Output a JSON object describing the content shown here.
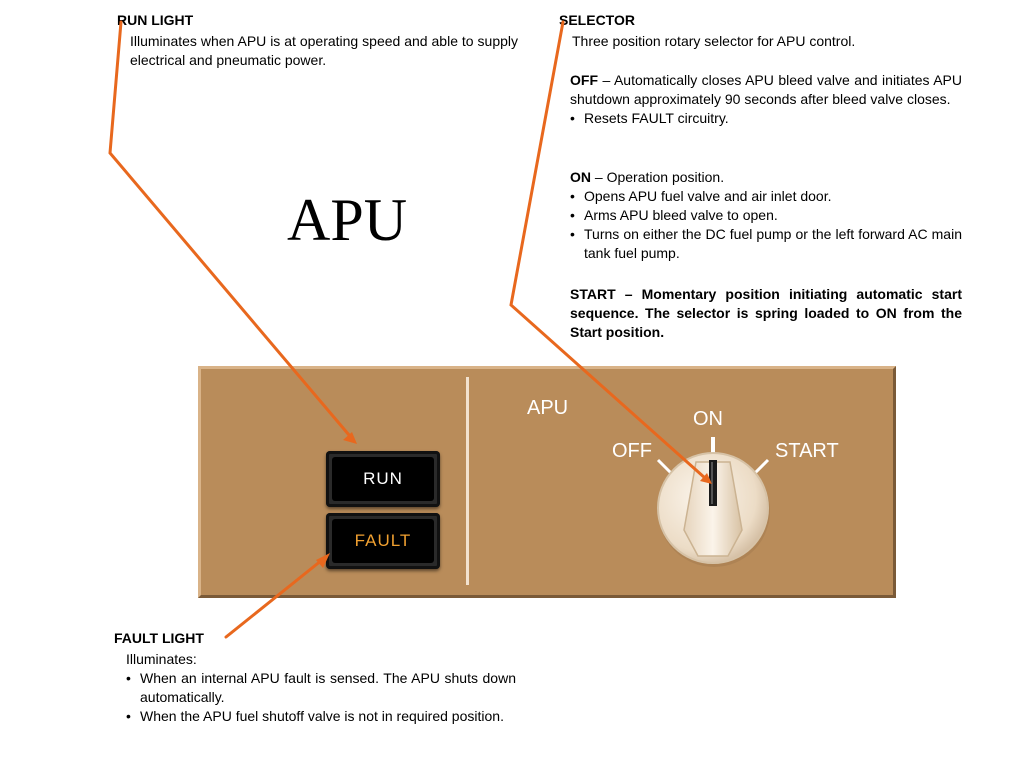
{
  "title": "APU",
  "run_light": {
    "heading": "RUN LIGHT",
    "text": "Illuminates when APU is at operating speed and able to supply electrical and pneumatic power."
  },
  "selector": {
    "heading": "SELECTOR",
    "intro": "Three position rotary selector for APU control.",
    "off_label": "OFF",
    "off_text": " – Automatically closes APU bleed valve and initiates APU shutdown approximately 90 seconds after bleed valve closes.",
    "off_bullets": [
      "Resets FAULT circuitry."
    ],
    "on_label": "ON",
    "on_text": " – Operation position.",
    "on_bullets": [
      "Opens APU fuel valve and air inlet door.",
      "Arms APU bleed valve to open.",
      "Turns on either the DC fuel pump or the left forward AC main tank fuel pump."
    ],
    "start_label": "START",
    "start_text": " – Momentary position initiating automatic start sequence.  The selector is spring loaded to ON from the Start position."
  },
  "fault_light": {
    "heading": "FAULT LIGHT",
    "intro": "Illuminates:",
    "bullets": [
      "When an internal APU fault is sensed.  The APU shuts down automatically.",
      "When the APU fuel shutoff valve is not in required position."
    ]
  },
  "panel": {
    "run_button": "RUN",
    "fault_button": "FAULT",
    "apu_label": "APU",
    "off_label": "OFF",
    "on_label": "ON",
    "start_label": "START"
  },
  "colors": {
    "panel": "#b98c5a",
    "leader": "#e8681e",
    "fault_text": "#f0a030",
    "run_text": "#ffffff",
    "knob": "#efe3d2"
  }
}
